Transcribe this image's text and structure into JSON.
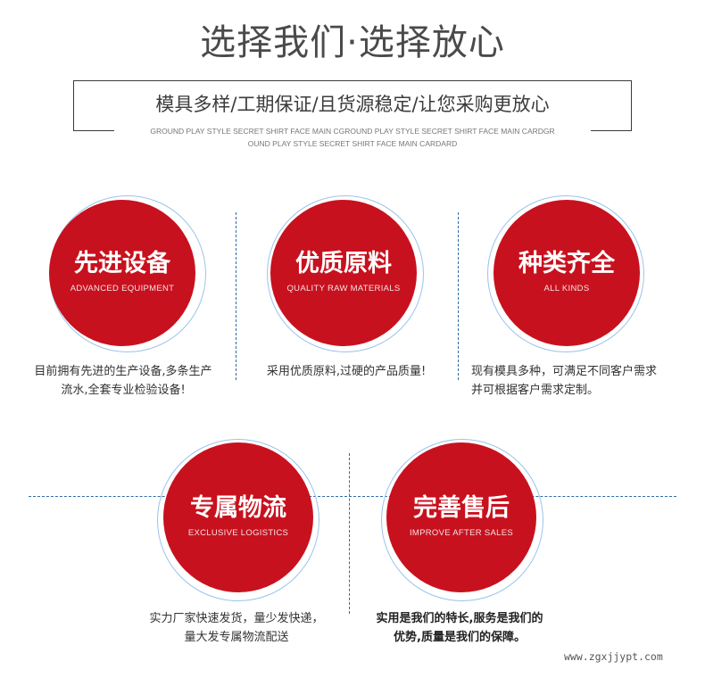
{
  "header": {
    "title": "选择我们·选择放心",
    "subtitle": "模具多样/工期保证/且货源稳定/让您采购更放心",
    "english_line1": "GROUND PLAY STYLE SECRET SHIRT FACE MAIN CGROUND PLAY STYLE SECRET SHIRT FACE MAIN CARDGR",
    "english_line2": "OUND PLAY STYLE SECRET SHIRT FACE MAIN CARDARD"
  },
  "features": [
    {
      "title_cn": "先进设备",
      "title_en": "ADVANCED EQUIPMENT",
      "desc_line1": "目前拥有先进的生产设备,多条生产",
      "desc_line2": "流水,全套专业检验设备!"
    },
    {
      "title_cn": "优质原料",
      "title_en": "QUALITY RAW MATERIALS",
      "desc_line1": "采用优质原料,过硬的产品质量!",
      "desc_line2": ""
    },
    {
      "title_cn": "种类齐全",
      "title_en": "ALL KINDS",
      "desc_line1": "现有模具多种，可满足不同客户需求",
      "desc_line2": "并可根据客户需求定制。"
    },
    {
      "title_cn": "专属物流",
      "title_en": "EXCLUSIVE LOGISTICS",
      "desc_line1": "实力厂家快速发货，量少发快递，",
      "desc_line2": "量大发专属物流配送"
    },
    {
      "title_cn": "完善售后",
      "title_en": "IMPROVE AFTER SALES",
      "desc_line1": "实用是我们的特长,服务是我们的",
      "desc_line2": "优势,质量是我们的保障。"
    }
  ],
  "colors": {
    "accent_red": "#c8111e",
    "dash_blue": "#2e6aa8",
    "ring_blue": "#9cc3ea"
  },
  "watermark": "www.zgxjjypt.com"
}
